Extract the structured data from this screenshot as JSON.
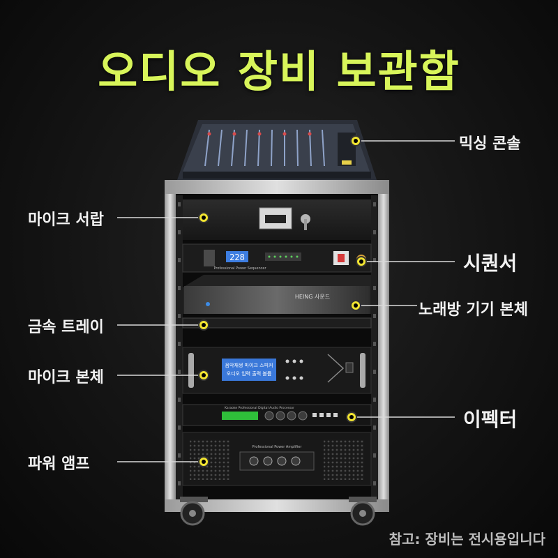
{
  "title": "오디오 장비 보관함",
  "labels": {
    "mixing_console": "믹싱 콘솔",
    "mic_drawer": "마이크 서랍",
    "sequencer": "시퀀서",
    "karaoke_unit": "노래방 기기 본체",
    "metal_tray": "금속 트레이",
    "mic_receiver": "마이크 본체",
    "effector": "이펙터",
    "power_amp": "파워 앰프"
  },
  "footnote": "참고: 장비는 전시용입니다",
  "device_text": {
    "sequencer_display": "228",
    "sequencer_caption": "Professional Power Sequencer",
    "karaoke_brand": "HEING 사운드",
    "effector_caption": "Karaoke Professional Digital Audio Processor",
    "amp_caption": "Professional Power Amplifier",
    "receiver_screen_line1": "음악재생 마이크 스피커",
    "receiver_screen_line2": "오디오 입력 출력 볼륨"
  },
  "colors": {
    "title": "#d8f55a",
    "marker": "#f2e531",
    "leader_line": "#d9d9d9"
  }
}
